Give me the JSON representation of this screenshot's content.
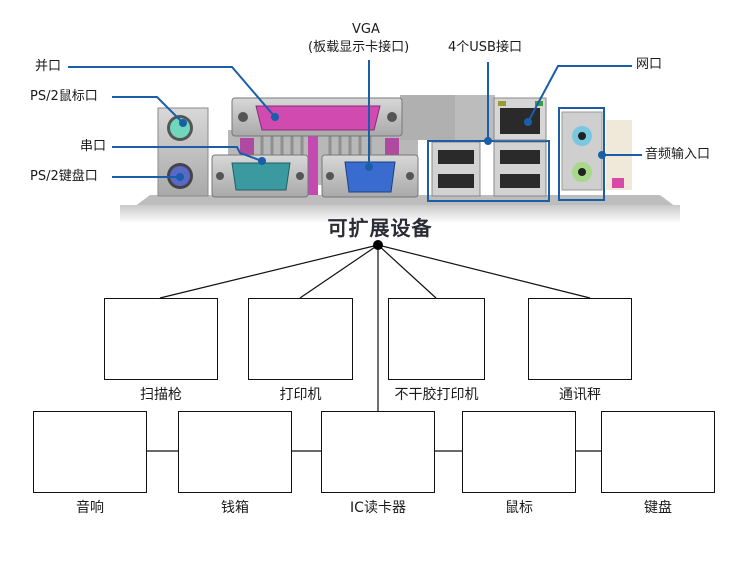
{
  "ports": {
    "vga_line1": "VGA",
    "vga_line2": "(板载显示卡接口)",
    "parallel": "并口",
    "ps2_mouse": "PS/2鼠标口",
    "serial": "串口",
    "ps2_keyboard": "PS/2键盘口",
    "usb": "4个USB接口",
    "network": "网口",
    "audio": "音频输入口"
  },
  "colors": {
    "callout_line": "#1a5ea8",
    "parallel_port": "#d14ab0",
    "serial_port": "#3a9aa0",
    "vga_port": "#3a6cd0",
    "ps2_mouse": "#6fd8bc",
    "ps2_keyboard": "#5a68c8",
    "audio_blue": "#78c8e0",
    "audio_green": "#a8d88a"
  },
  "title": "可扩展设备",
  "devices_top": [
    {
      "label": "扫描枪",
      "icon": "barcode-scanner"
    },
    {
      "label": "打印机",
      "icon": "receipt-printer"
    },
    {
      "label": "不干胶打印机",
      "icon": "label-printer"
    },
    {
      "label": "通讯秤",
      "icon": "scale"
    }
  ],
  "devices_bottom": [
    {
      "label": "音响",
      "icon": "speakers"
    },
    {
      "label": "钱箱",
      "icon": "cash-drawer"
    },
    {
      "label": "IC读卡器",
      "icon": "card-reader"
    },
    {
      "label": "鼠标",
      "icon": "mouse"
    },
    {
      "label": "键盘",
      "icon": "keyboard"
    }
  ]
}
